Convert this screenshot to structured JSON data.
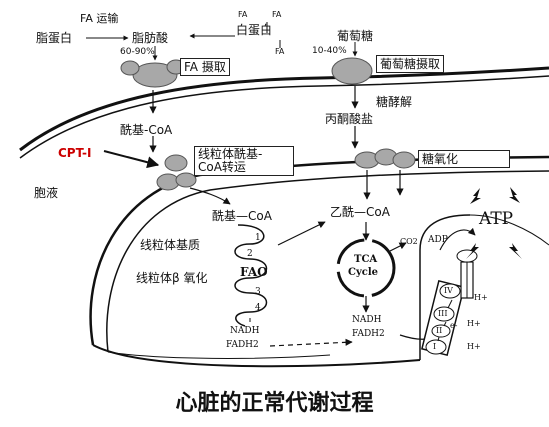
{
  "labels": {
    "fa_transport": "FA 运输",
    "albumin_left": "脂蛋白",
    "fatty_acid": "脂肪酸",
    "fa_small": "FA",
    "albumin_right": "白蛋白",
    "glucose": "葡萄糖",
    "pct_fa": "60-90%",
    "pct_glucose": "10-40%",
    "fa_uptake": "FA 摄取",
    "glucose_uptake": "葡萄糖摄取",
    "glycolysis": "糖酵解",
    "acyl_coa_top": "酰基-CoA",
    "pyruvate": "丙酮酸盐",
    "cpt1": "CPT-I",
    "carnitine_transport_line1": "线粒体酰基-",
    "carnitine_transport_line2": "CoA转运",
    "glucose_oxidation": "糖氧化",
    "cytosol": "胞液",
    "acyl_coa_mito": "酰基—CoA",
    "acetyl_coa": "乙酰—CoA",
    "mito_matrix": "线粒体基质",
    "beta_oxidation": "线粒体β 氧化",
    "fao": "FAO",
    "fao_steps": [
      "1",
      "2",
      "3",
      "4"
    ],
    "tca_line1": "TCA",
    "tca_line2": "Cycle",
    "co2": "CO2",
    "adp": "ADP",
    "atp": "ATP",
    "nadh_left": "NADH",
    "fadh2_left": "FADH2",
    "nadh_right": "NADH",
    "fadh2_right": "FADH2",
    "complexes": [
      "IV",
      "III",
      "II",
      "I"
    ],
    "h_plus": "H+",
    "e_minus": "e-"
  },
  "caption": "心脏的正常代谢过程",
  "colors": {
    "protein_gray": "#a8a8a8",
    "cpt_red": "#cc0000",
    "line": "#111111"
  }
}
